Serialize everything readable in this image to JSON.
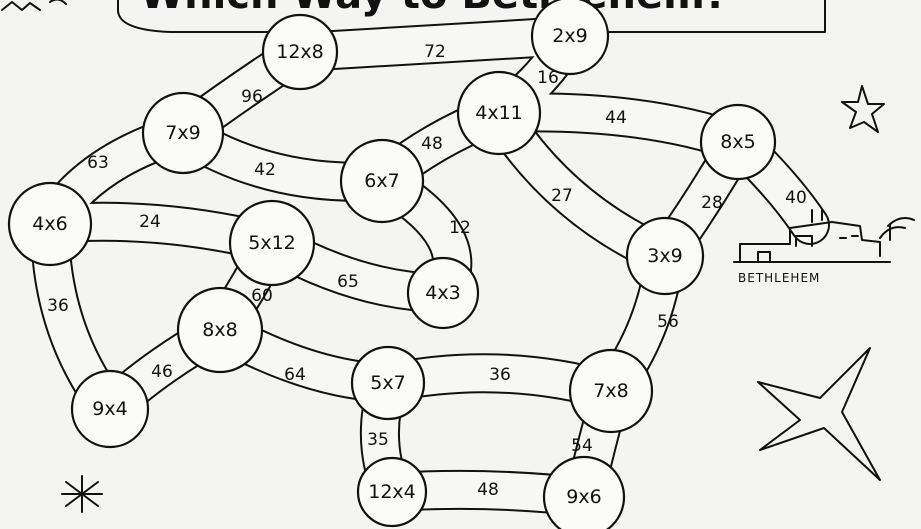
{
  "title": "Which Way to Bethlehem?",
  "town": "BETHLEHEM",
  "nodes": [
    {
      "id": "n12x8a",
      "label": "12x8"
    },
    {
      "id": "n2x9",
      "label": "2x9"
    },
    {
      "id": "n7x9",
      "label": "7x9"
    },
    {
      "id": "n4x11",
      "label": "4x11"
    },
    {
      "id": "n8x5",
      "label": "8x5"
    },
    {
      "id": "n6x7",
      "label": "6x7"
    },
    {
      "id": "n4x6",
      "label": "4x6"
    },
    {
      "id": "n5x12",
      "label": "5x12"
    },
    {
      "id": "n4x3",
      "label": "4x3"
    },
    {
      "id": "n3x9",
      "label": "3x9"
    },
    {
      "id": "n8x8",
      "label": "8x8"
    },
    {
      "id": "n9x4",
      "label": "9x4"
    },
    {
      "id": "n5x7",
      "label": "5x7"
    },
    {
      "id": "n7x8",
      "label": "7x8"
    },
    {
      "id": "n12x4",
      "label": "12x4"
    },
    {
      "id": "n9x6",
      "label": "9x6"
    }
  ],
  "edges": [
    {
      "from": "n12x8a",
      "to": "n2x9",
      "label": "72"
    },
    {
      "from": "n2x9",
      "to": "n4x11",
      "label": "16"
    },
    {
      "from": "n12x8a",
      "to": "n7x9",
      "label": "96"
    },
    {
      "from": "n4x11",
      "to": "n8x5",
      "label": "44"
    },
    {
      "from": "n4x11",
      "to": "n6x7",
      "label": "48"
    },
    {
      "from": "n7x9",
      "to": "n6x7",
      "label": "42"
    },
    {
      "from": "n7x9",
      "to": "n4x6",
      "label": "63"
    },
    {
      "from": "n4x11",
      "to": "n3x9",
      "label": "27"
    },
    {
      "from": "n8x5",
      "to": "n3x9",
      "label": "28"
    },
    {
      "from": "n8x5",
      "to": "town",
      "label": "40"
    },
    {
      "from": "n4x6",
      "to": "n5x12",
      "label": "24"
    },
    {
      "from": "n6x7",
      "to": "n4x3",
      "label": "12"
    },
    {
      "from": "n5x12",
      "to": "n4x3",
      "label": "65"
    },
    {
      "from": "n5x12",
      "to": "n8x8",
      "label": "60"
    },
    {
      "from": "n4x6",
      "to": "n9x4",
      "label": "36"
    },
    {
      "from": "n8x8",
      "to": "n9x4",
      "label": "46"
    },
    {
      "from": "n8x8",
      "to": "n5x7",
      "label": "64"
    },
    {
      "from": "n5x7",
      "to": "n7x8",
      "label": "36"
    },
    {
      "from": "n3x9",
      "to": "n7x8",
      "label": "56"
    },
    {
      "from": "n5x7",
      "to": "n12x4",
      "label": "35"
    },
    {
      "from": "n7x8",
      "to": "n9x6",
      "label": "54"
    },
    {
      "from": "n12x4",
      "to": "n9x6",
      "label": "48"
    }
  ]
}
